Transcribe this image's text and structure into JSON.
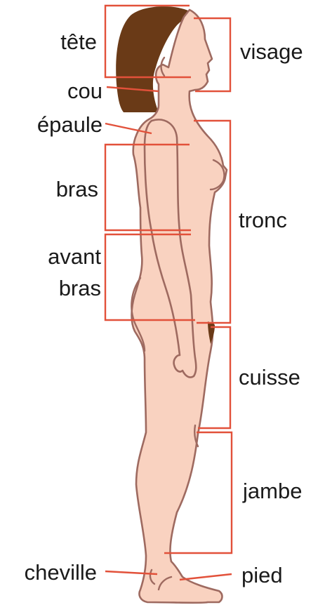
{
  "labels": {
    "tete": "tête",
    "cou": "cou",
    "epaule": "épaule",
    "bras": "bras",
    "avant": "avant",
    "bras2": "bras",
    "cheville": "cheville",
    "visage": "visage",
    "tronc": "tronc",
    "cuisse": "cuisse",
    "jambe": "jambe",
    "pied": "pied"
  },
  "colors": {
    "skin": "#f9d2c0",
    "outline": "#9e6a60",
    "hair": "#6a3a17",
    "leader": "#e2513a",
    "text": "#1a1a1a"
  }
}
